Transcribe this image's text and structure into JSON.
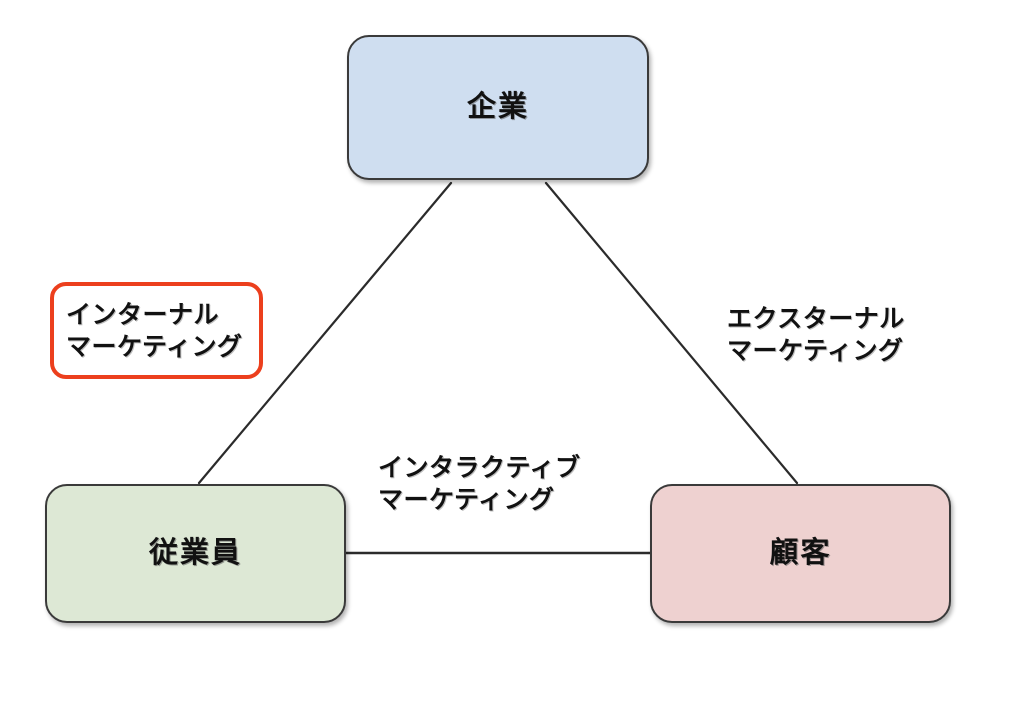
{
  "diagram": {
    "title_visible": false,
    "background_color": "#ffffff",
    "nodes": [
      {
        "id": "company",
        "label": "企業",
        "fill": "#cfdef0",
        "border_color": "#3a3a3a",
        "position": "top-center"
      },
      {
        "id": "employee",
        "label": "従業員",
        "fill": "#dde8d5",
        "border_color": "#3a3a3a",
        "position": "bottom-left"
      },
      {
        "id": "customer",
        "label": "顧客",
        "fill": "#eed1d0",
        "border_color": "#3a3a3a",
        "position": "bottom-right"
      }
    ],
    "edges": [
      {
        "id": "company-employee",
        "from": "company",
        "to": "employee",
        "label_lines": [
          "インターナル",
          "マーケティング"
        ],
        "highlighted": true,
        "highlight_color": "#ec3f1d",
        "line_color": "#2b2b2b"
      },
      {
        "id": "company-customer",
        "from": "company",
        "to": "customer",
        "label_lines": [
          "エクスターナル",
          "マーケティング"
        ],
        "highlighted": false,
        "line_color": "#2b2b2b"
      },
      {
        "id": "employee-customer",
        "from": "employee",
        "to": "customer",
        "label_lines": [
          "インタラクティブ",
          "マーケティング"
        ],
        "highlighted": false,
        "line_color": "#2b2b2b"
      }
    ]
  }
}
